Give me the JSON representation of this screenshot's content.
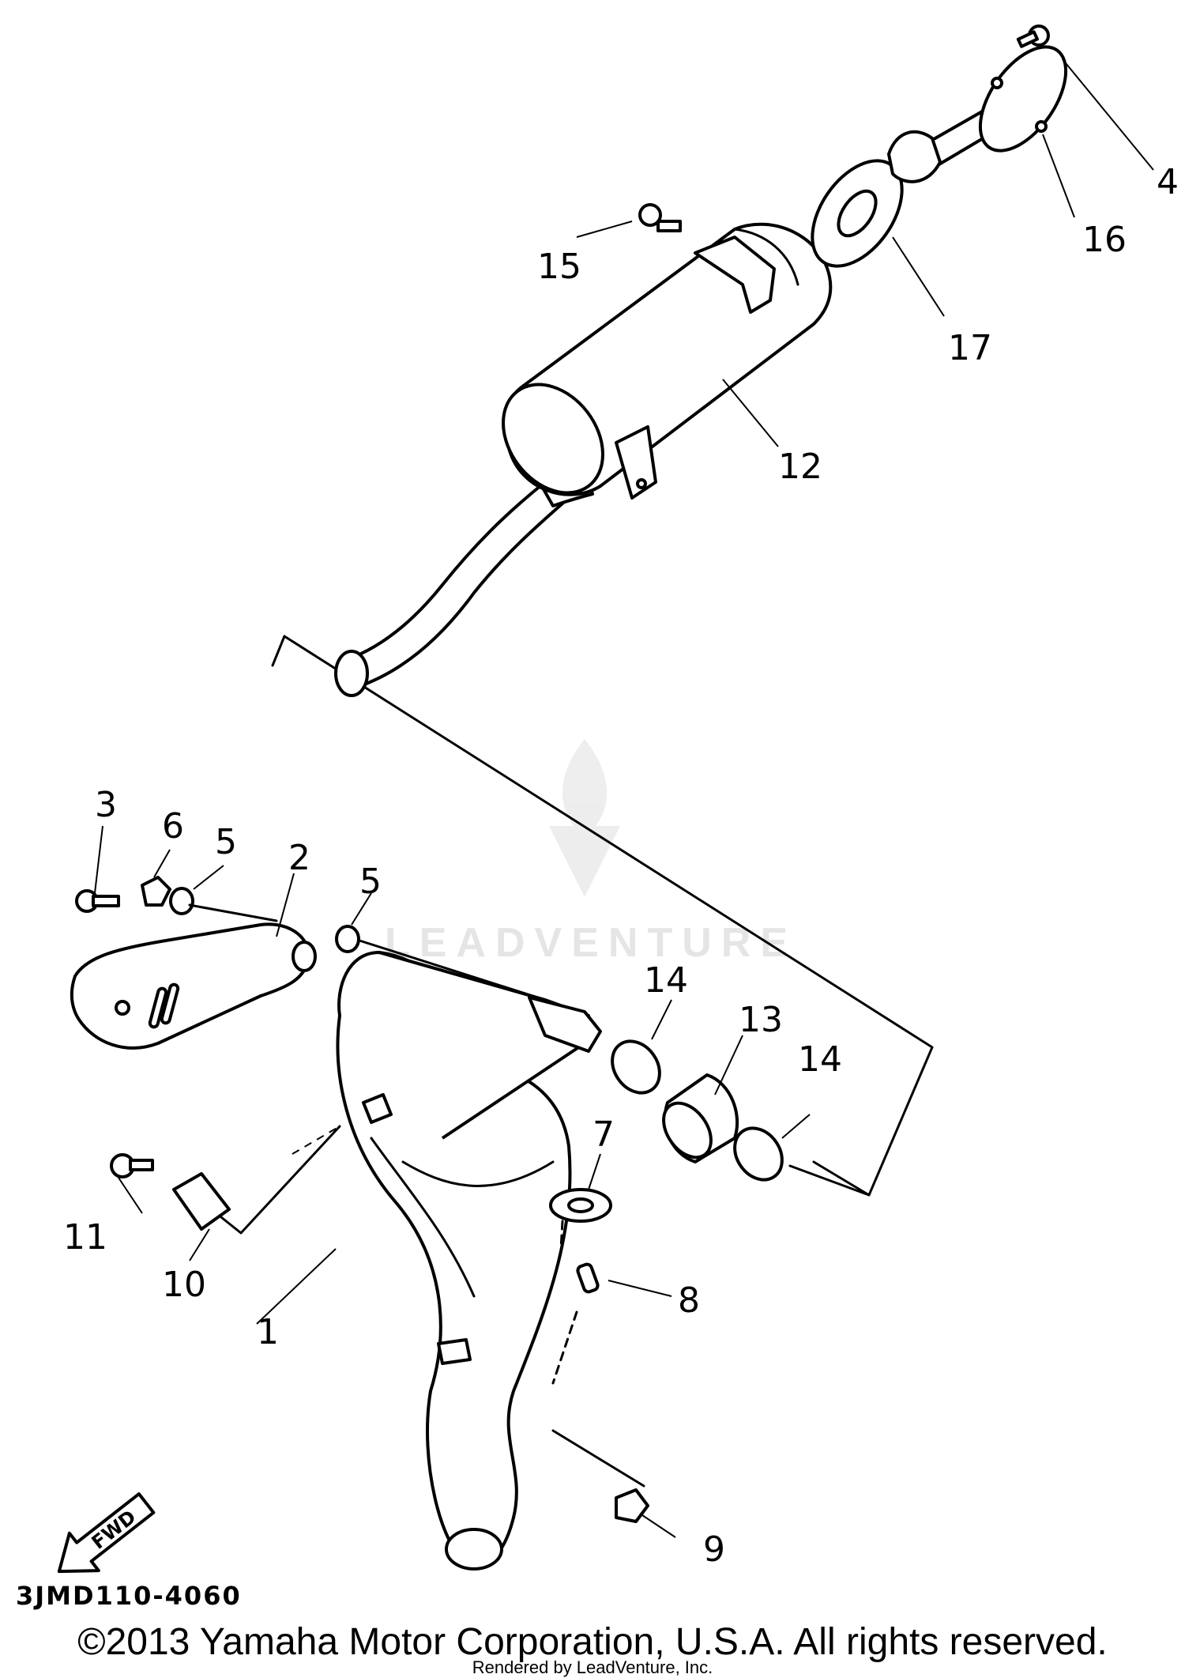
{
  "callouts": [
    "1",
    "2",
    "3",
    "4",
    "5",
    "5",
    "6",
    "7",
    "8",
    "9",
    "10",
    "11",
    "12",
    "13",
    "14",
    "14",
    "15",
    "16",
    "17"
  ],
  "diagram_code": "3JMD110-4060",
  "fwd_label": "FWD",
  "watermark": "LEADVENTURE",
  "copyright": "©2013 Yamaha Motor Corporation, U.S.A. All rights reserved.",
  "rendered_by": "Rendered by LeadVenture, Inc."
}
